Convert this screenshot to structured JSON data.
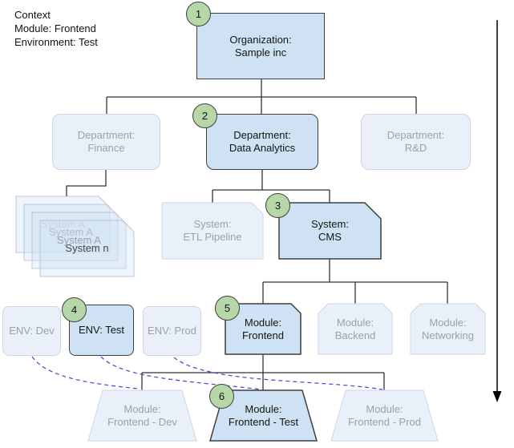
{
  "context": "Context\nModule: Frontend\nEnvironment: Test",
  "org": {
    "label": "Organization:\nSample inc",
    "step": "1"
  },
  "departments": {
    "finance": {
      "label": "Department:\nFinance"
    },
    "data_analytics": {
      "label": "Department:\nData Analytics",
      "step": "2"
    },
    "rnd": {
      "label": "Department:\nR&D"
    }
  },
  "systems": {
    "stack": [
      "System A",
      "System A",
      "System A",
      "System n"
    ],
    "etl": {
      "label": "System:\nETL Pipeline"
    },
    "cms": {
      "label": "System:\nCMS",
      "step": "3"
    }
  },
  "environments": {
    "dev": {
      "label": "ENV: Dev"
    },
    "test": {
      "label": "ENV: Test",
      "step": "4"
    },
    "prod": {
      "label": "ENV: Prod"
    }
  },
  "modules": {
    "frontend": {
      "label": "Module:\nFrontend",
      "step": "5"
    },
    "backend": {
      "label": "Module:\nBackend"
    },
    "networking": {
      "label": "Module:\nNetworking"
    }
  },
  "instances": {
    "dev": {
      "label": "Module:\nFrontend - Dev"
    },
    "test": {
      "label": "Module:\nFrontend - Test",
      "step": "6"
    },
    "prod": {
      "label": "Module:\nFrontend - Prod"
    }
  },
  "colors": {
    "active_fill": "#cfe2f3",
    "active_border": "#3f3f3f",
    "faded_fill": "#e9f0f9",
    "faded_border": "#ccd6e6",
    "faded_text": "#9aa1a9",
    "step_circle_fill": "#b6d7a8",
    "dashed_link": "#4b51d6",
    "connector": "#333333",
    "arrow": "#000000"
  }
}
